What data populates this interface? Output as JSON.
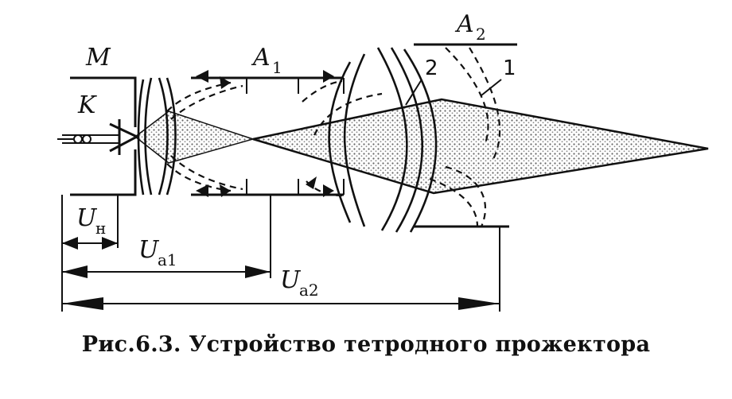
{
  "labels": {
    "modulator": "M",
    "cathode": "K",
    "anode1_base": "A",
    "anode1_sub": "1",
    "anode2_base": "A",
    "anode2_sub": "2",
    "ray_2": "2",
    "ray_1": "1",
    "u_h_base": "U",
    "u_h_sub": "н",
    "u_a1_base": "U",
    "u_a1_sub": "a1",
    "u_a2_base": "U",
    "u_a2_sub": "a2"
  },
  "caption": "Рис.6.3. Устройство тетродного прожектора"
}
